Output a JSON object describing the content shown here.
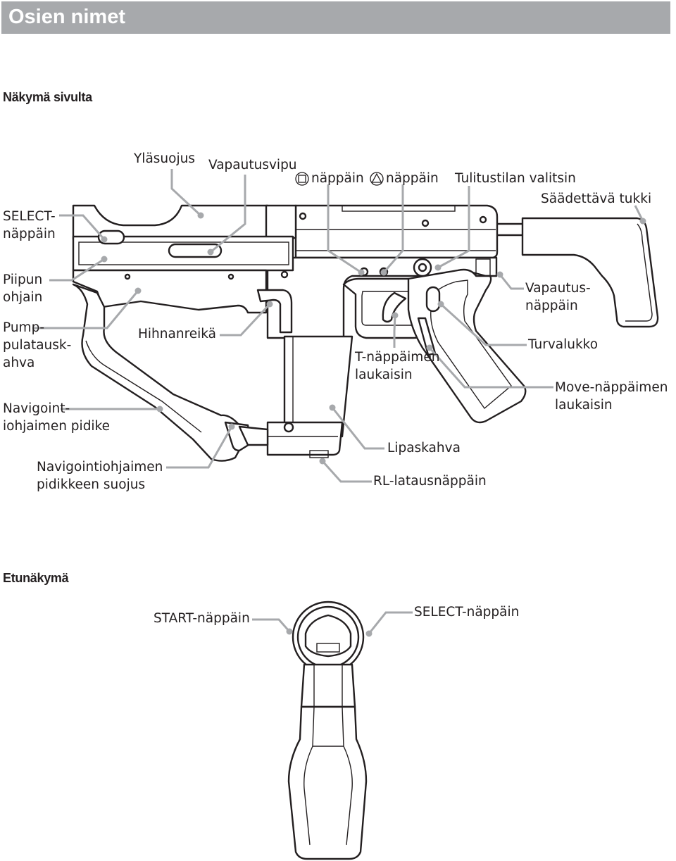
{
  "header": {
    "title": "Osien nimet"
  },
  "side_view": {
    "heading": "Näkymä sivulta",
    "labels": {
      "top_cover": "Yläsuojus",
      "release_lever": "Vapautusvipu",
      "square_button": "näppäin",
      "triangle_button": "näppäin",
      "fire_mode_selector": "Tulitustilan valitsin",
      "adjustable_stock": "Säädettävä tukki",
      "select_button_l1": "SELECT-",
      "select_button_l2": "näppäin",
      "barrel_guide_l1": "Piipun",
      "barrel_guide_l2": "ohjain",
      "pump_grip_l1": "Pump-",
      "pump_grip_l2": "pulatausk-",
      "pump_grip_l3": "ahva",
      "strap_hole": "Hihnanreikä",
      "nav_holder_l1": "Navigoint-",
      "nav_holder_l2": "iohjaimen pidike",
      "nav_holder_cover_l1": "Navigointiohjaimen",
      "nav_holder_cover_l2": "pidikkeen suojus",
      "release_button_l1": "Vapautus-",
      "release_button_l2": "näppäin",
      "safety_lock": "Turvalukko",
      "t_trigger_l1": "T-näppäimen",
      "t_trigger_l2": "laukaisin",
      "move_trigger_l1": "Move-näppäimen",
      "move_trigger_l2": "laukaisin",
      "magazine_grip": "Lipaskahva",
      "rl_charge_button": "RL-latausnäppäin"
    },
    "icons": {
      "square": "square-button-icon",
      "triangle": "triangle-button-icon"
    }
  },
  "front_view": {
    "heading": "Etunäkymä",
    "labels": {
      "start_button": "START-näppäin",
      "select_button": "SELECT-näppäin"
    }
  },
  "colors": {
    "title_bar": "#a7a9ac",
    "leader": "#a7a9ac",
    "outline": "#231f20"
  }
}
